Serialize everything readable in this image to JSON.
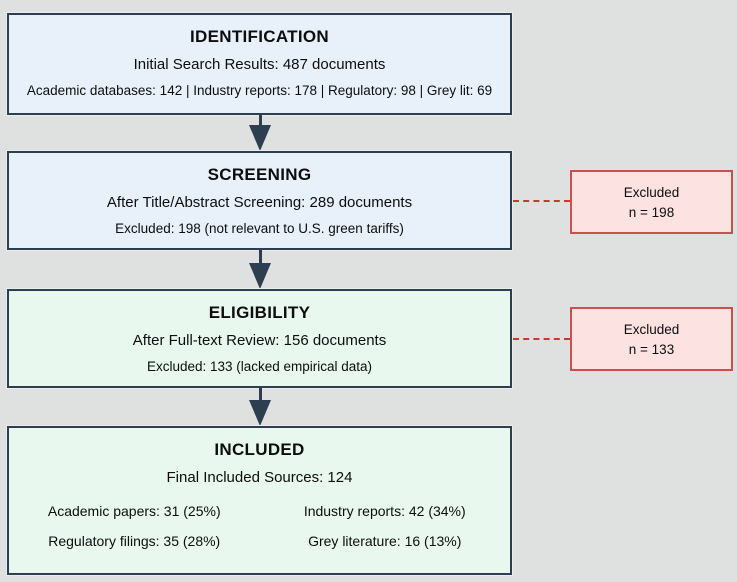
{
  "colors": {
    "page_background": "#dfe1e1",
    "box_border": "#2d3e50",
    "arrow": "#2d3e50",
    "blue_stage_fill": "#e8f1fa",
    "green_stage_fill": "#e9f8ee",
    "excluded_fill": "#fde2e2",
    "excluded_border": "#c9504f",
    "dashed_connector": "#c43a2e",
    "text": "#0d0d0d"
  },
  "flow": {
    "stages": [
      {
        "id": "identification",
        "title": "IDENTIFICATION",
        "line1": "Initial Search Results: 487 documents",
        "line2": "Academic databases: 142 | Industry reports: 178 | Regulatory: 98 | Grey lit: 69",
        "theme": "blue"
      },
      {
        "id": "screening",
        "title": "SCREENING",
        "line1": "After Title/Abstract Screening: 289 documents",
        "line2": "Excluded: 198 (not relevant to U.S. green tariffs)",
        "theme": "blue",
        "excluded": {
          "label": "Excluded",
          "count": "n = 198"
        }
      },
      {
        "id": "eligibility",
        "title": "ELIGIBILITY",
        "line1": "After Full-text Review: 156 documents",
        "line2": "Excluded: 133 (lacked empirical data)",
        "theme": "green",
        "excluded": {
          "label": "Excluded",
          "count": "n = 133"
        }
      },
      {
        "id": "included",
        "title": "INCLUDED",
        "line1": "Final Included Sources: 124",
        "breakdown": [
          "Academic papers: 31 (25%)",
          "Industry reports: 42 (34%)",
          "Regulatory filings: 35 (28%)",
          "Grey literature: 16 (13%)"
        ],
        "theme": "green"
      }
    ]
  }
}
